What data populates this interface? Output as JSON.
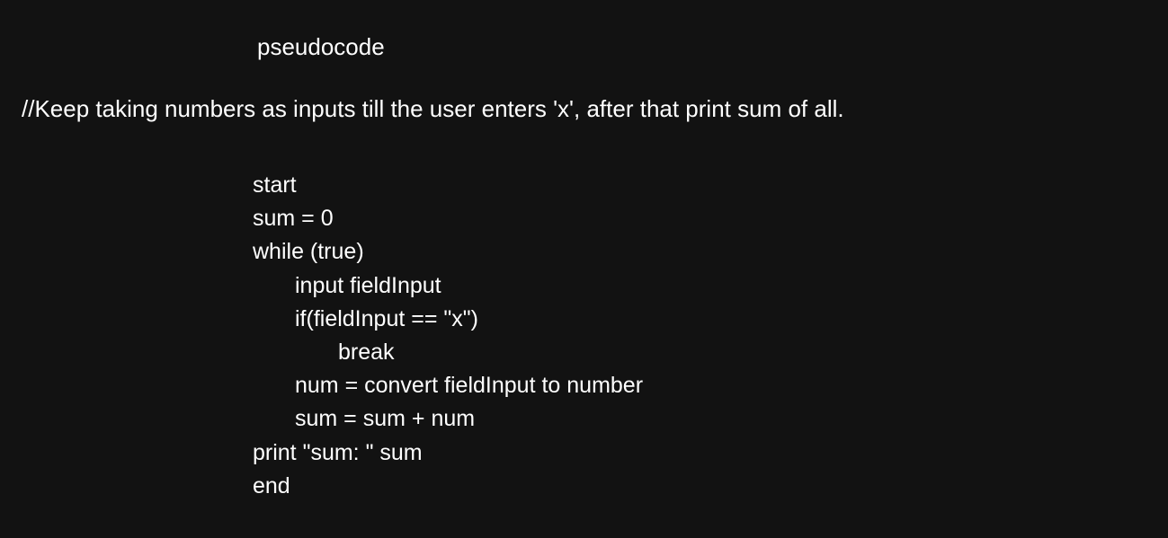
{
  "heading": "pseudocode",
  "comment": "//Keep taking numbers as inputs till the user enters 'x', after that print sum of all.",
  "code_lines": [
    {
      "text": "start",
      "indent": 0
    },
    {
      "text": "sum = 0",
      "indent": 0
    },
    {
      "text": "while (true)",
      "indent": 0
    },
    {
      "text": "input fieldInput",
      "indent": 1
    },
    {
      "text": "if(fieldInput == \"x\")",
      "indent": 1
    },
    {
      "text": "break",
      "indent": 2
    },
    {
      "text": "num = convert fieldInput to number",
      "indent": 1
    },
    {
      "text": "sum = sum + num",
      "indent": 1
    },
    {
      "text": "print \"sum: \" sum",
      "indent": 0
    },
    {
      "text": "end",
      "indent": 0
    }
  ],
  "colors": {
    "background": "#121212",
    "text": "#ffffff"
  }
}
